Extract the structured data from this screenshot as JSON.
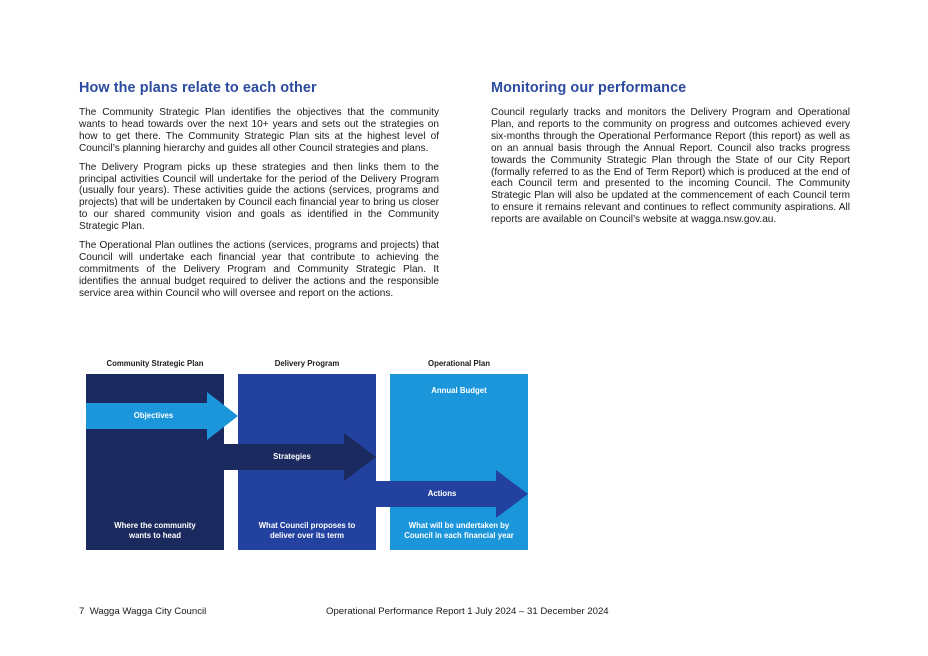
{
  "left": {
    "heading": "How the plans relate to each other",
    "paragraphs": [
      "The Community Strategic Plan identifies the objectives that the community wants to head towards over the next 10+ years and sets out the strategies on how to get there. The Community Strategic Plan sits at the highest level of Council’s planning hierarchy and guides all other Council strategies and plans.",
      "The Delivery Program picks up these strategies and then links them to the principal activities Council will undertake for the period of the Delivery Program (usually four years). These activities guide the actions (services, programs and projects) that will be undertaken by Council each financial year to bring us closer to our shared community vision and goals as identified in the Community Strategic Plan.",
      "The Operational Plan outlines the actions (services, programs and projects) that Council will undertake each financial year that contribute to achieving the commitments of the Delivery Program and Community Strategic Plan. It identifies the annual budget required to deliver the actions and the responsible service area within Council who will oversee and report on the actions."
    ]
  },
  "right": {
    "heading": "Monitoring our performance",
    "paragraph": "Council regularly tracks and monitors the Delivery Program and Operational Plan, and reports to the community on progress and outcomes achieved every six-months through the Operational Performance Report (this report) as well as on an annual basis through the Annual Report. Council also tracks progress towards the Community Strategic Plan through the State of our City Report (formally referred to as the End of Term Report) which is produced at the end of each Council term and presented to the incoming Council. The Community Strategic Plan will also be updated at the commencement of each Council term to ensure it remains relevant and continues to reflect community aspirations. All reports are available on Council’s website at wagga.nsw.gov.au."
  },
  "diagram": {
    "columns": [
      {
        "heading": "Community Strategic Plan",
        "bottom": "Where the community wants to head",
        "color": "#1b2a5e"
      },
      {
        "heading": "Delivery Program",
        "bottom": "What Council proposes to deliver over its term",
        "color": "#2342a0"
      },
      {
        "heading": "Operational Plan",
        "bottom": "What will be undertaken by Council in each financial year",
        "color": "#1b96db"
      }
    ],
    "annual_budget": "Annual Budget",
    "arrows": [
      {
        "label": "Objectives",
        "color": "#1b96db"
      },
      {
        "label": "Strategies",
        "color": "#1b2a5e"
      },
      {
        "label": "Actions",
        "color": "#2342a0"
      }
    ]
  },
  "footer": {
    "page_number": "7",
    "organisation": "Wagga Wagga City Council",
    "report_title": "Operational Performance Report 1 July 2024 – 31 December 2024"
  }
}
